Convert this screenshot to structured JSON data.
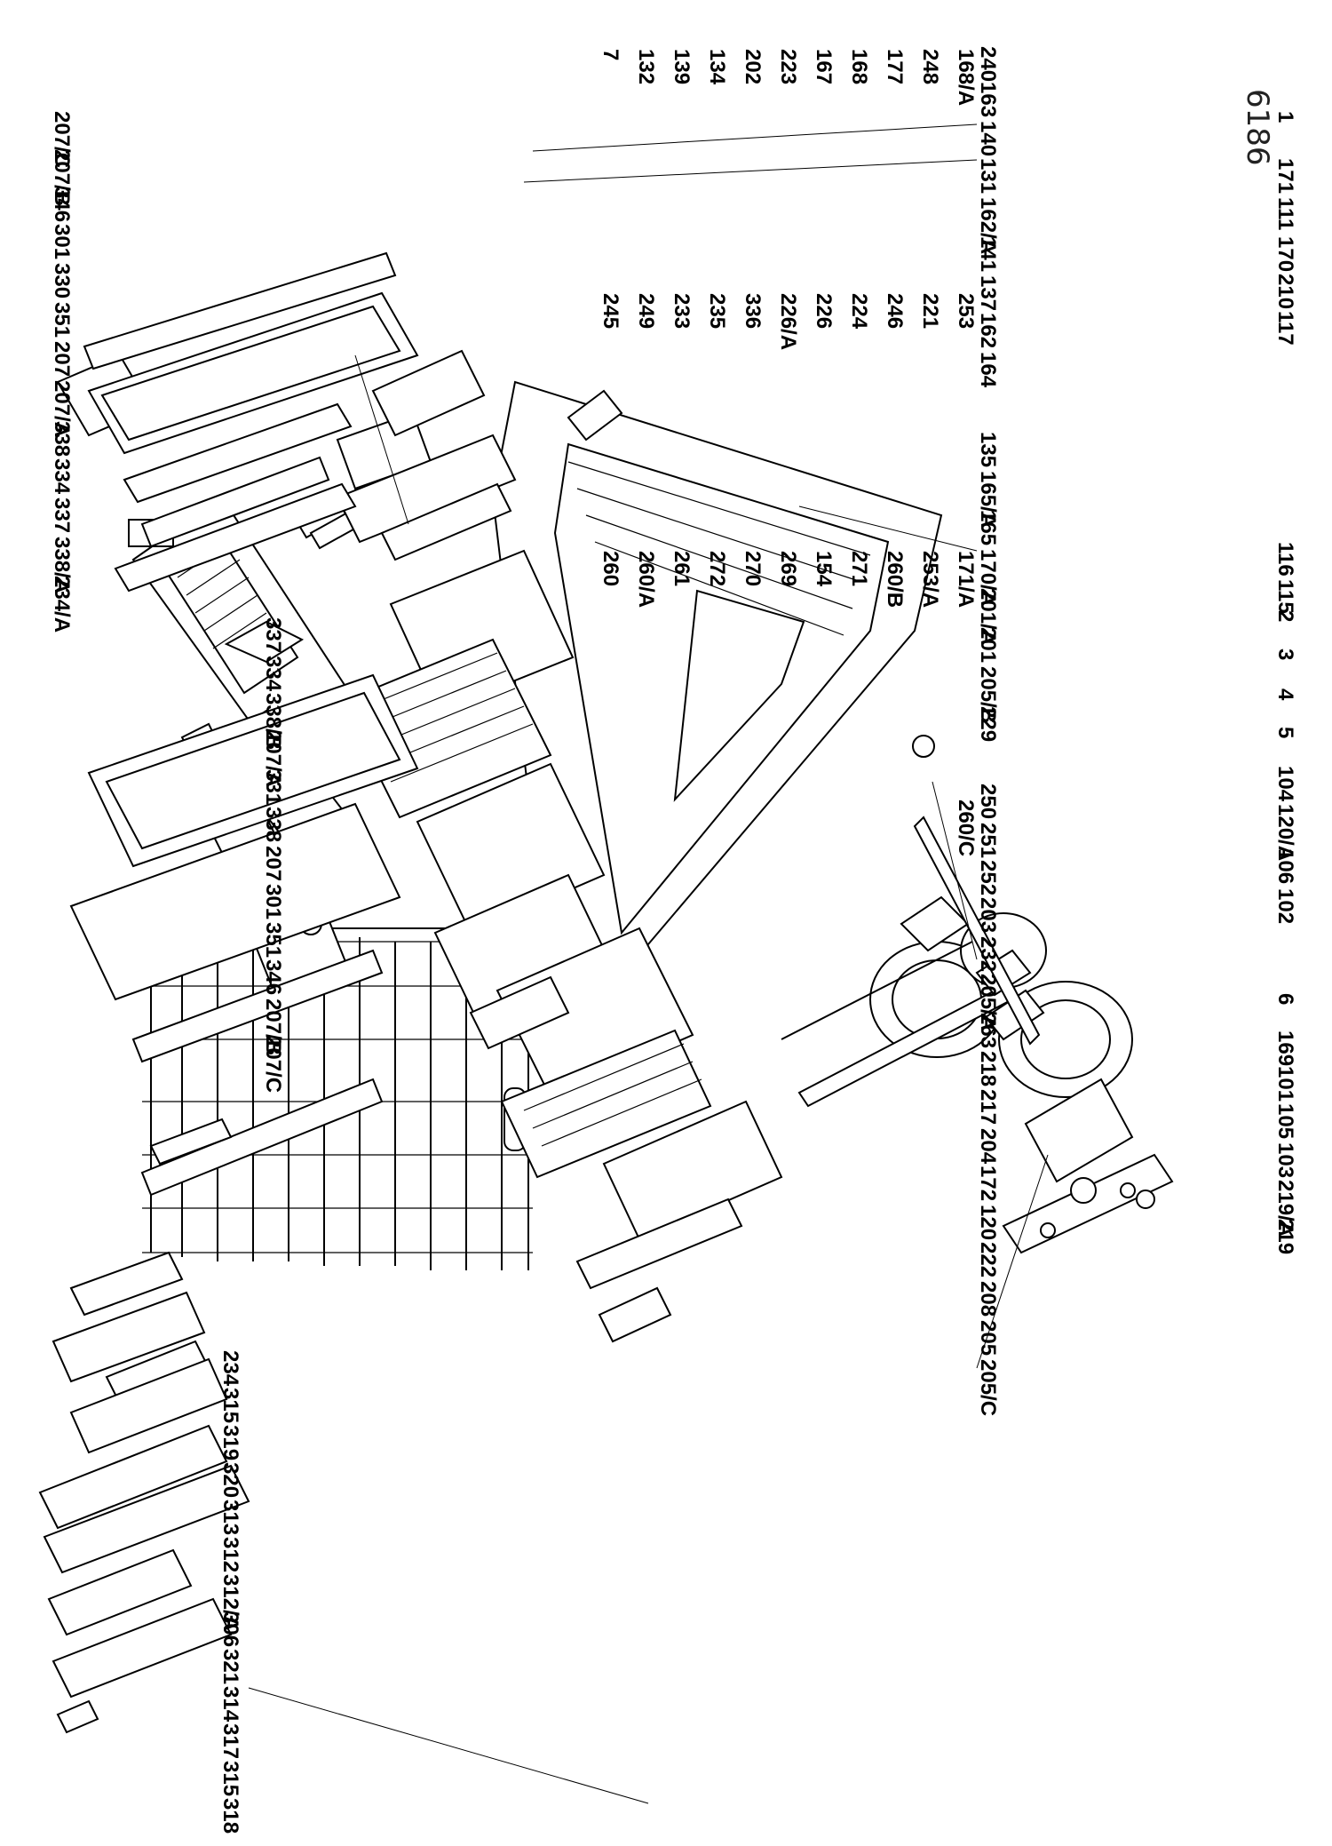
{
  "document_id": "6186",
  "labels": {
    "group_bottom": [
      "1",
      "171",
      "111",
      "170",
      "210",
      "117",
      "116",
      "115",
      "2",
      "3",
      "4",
      "5",
      "104",
      "120/A",
      "106",
      "102",
      "6",
      "169",
      "101",
      "105",
      "103",
      "219/A",
      "219"
    ],
    "group_mid": [
      "240",
      "163",
      "140",
      "131",
      "162/A",
      "141",
      "137",
      "162",
      "164",
      "135",
      "165/A",
      "165",
      "170/A",
      "201/A",
      "201",
      "205/B",
      "229",
      "250",
      "251",
      "252",
      "203",
      "232",
      "205/A",
      "263",
      "218",
      "217",
      "204",
      "172",
      "120",
      "222",
      "208",
      "205",
      "205/C"
    ],
    "group_topcol": [
      "7",
      "132",
      "139",
      "134",
      "202",
      "223",
      "167",
      "168",
      "177",
      "248",
      "168/A",
      "245",
      "249",
      "233",
      "235",
      "336",
      "226/A",
      "226",
      "224",
      "246",
      "221",
      "253",
      "260",
      "260/A",
      "261",
      "272",
      "270",
      "269",
      "154",
      "271",
      "260/B",
      "253/A",
      "171/A",
      "260/C"
    ],
    "group_door_upper": [
      "207/C",
      "207/B",
      "346",
      "301",
      "330",
      "351",
      "207",
      "207/A",
      "338",
      "334",
      "337",
      "338/A",
      "234/A"
    ],
    "group_door_lower": [
      "337",
      "334",
      "338/B",
      "207/A",
      "331",
      "338",
      "207",
      "301",
      "351",
      "346",
      "207/B",
      "207/C"
    ],
    "group_right": [
      "234",
      "315",
      "319",
      "320",
      "313",
      "312",
      "312/A",
      "306",
      "321",
      "314",
      "317",
      "315",
      "318"
    ]
  }
}
